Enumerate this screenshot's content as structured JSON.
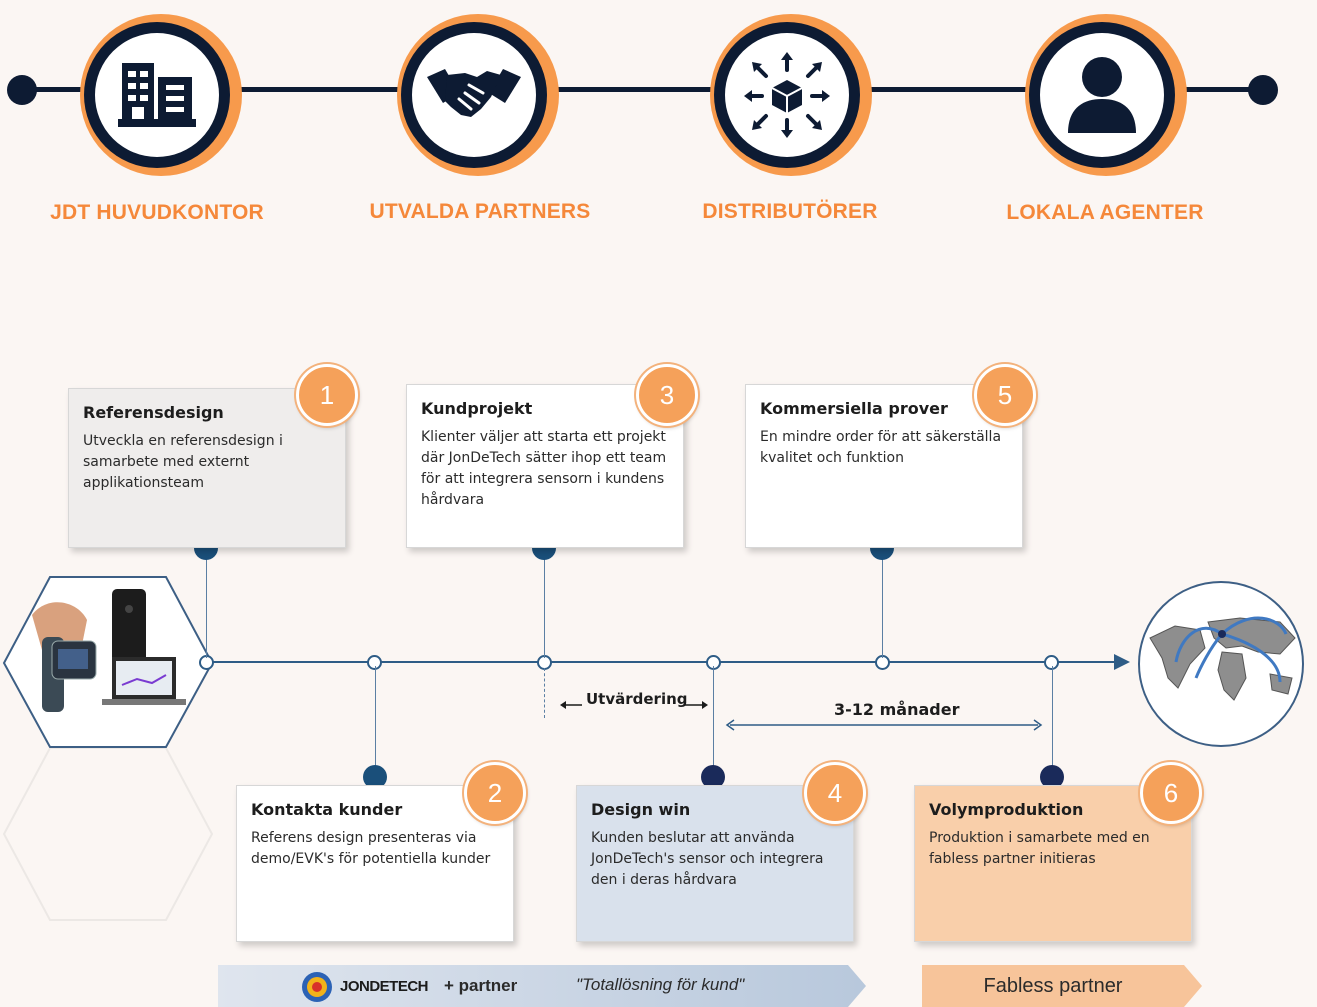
{
  "channels": [
    {
      "label": "JDT HUVUDKONTOR",
      "icon": "office-building-icon"
    },
    {
      "label": "UTVALDA PARTNERS",
      "icon": "handshake-icon"
    },
    {
      "label": "DISTRIBUTÖRER",
      "icon": "distribution-box-icon"
    },
    {
      "label": "LOKALA AGENTER",
      "icon": "person-icon"
    }
  ],
  "steps": [
    {
      "number": "1",
      "title": "Referensdesign",
      "text": "Utveckla en referensdesign i samarbete med externt applikationsteam"
    },
    {
      "number": "2",
      "title": "Kontakta kunder",
      "text": "Referens design presenteras via demo/EVK's för potentiella kunder"
    },
    {
      "number": "3",
      "title": "Kundprojekt",
      "text": "Klienter väljer att starta ett projekt där JonDeTech sätter ihop ett team för att integrera sensorn i kundens hårdvara"
    },
    {
      "number": "4",
      "title": "Design win",
      "text": "Kunden beslutar att använda JonDeTech's sensor och integrera den i deras hårdvara"
    },
    {
      "number": "5",
      "title": "Kommersiella prover",
      "text": "En mindre order för att säkerställa kvalitet och funktion"
    },
    {
      "number": "6",
      "title": "Volymproduktion",
      "text": "Produktion i samarbete med en fabless partner initieras"
    }
  ],
  "evaluation_label": "Utvärdering",
  "duration_label": "3-12 månader",
  "banners": {
    "left_brand": "JONDETECH",
    "left_plus": "+ partner",
    "left_quote": "\"Totallösning för kund\"",
    "right": "Fabless partner"
  },
  "colors": {
    "accent_orange": "#f5883a",
    "navy": "#0d1b33",
    "timeline_blue": "#2e5c86"
  }
}
